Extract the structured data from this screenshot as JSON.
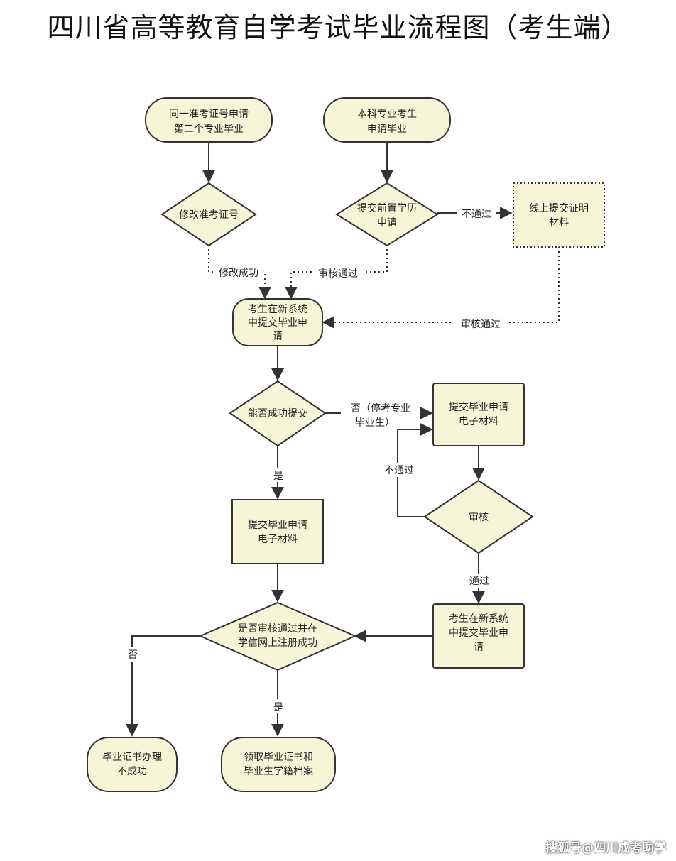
{
  "title": "四川省高等教育自学考试毕业流程图（考生端）",
  "watermark": "搜狐号@四川成考助学",
  "colors": {
    "fill": "#f6f5d7",
    "stroke": "#333333",
    "line": "#333333"
  },
  "nodes": {
    "n1": [
      "同一准考证号申请",
      "第二个专业毕业"
    ],
    "n2": [
      "本科专业考生",
      "申请毕业"
    ],
    "n3": [
      "修改准考证号"
    ],
    "n4": [
      "提交前置学历",
      "申请"
    ],
    "n5": [
      "线上提交证明",
      "材料"
    ],
    "n6": [
      "考生在新系统",
      "中提交毕业申",
      "请"
    ],
    "n7": [
      "能否成功提交"
    ],
    "n8": [
      "提交毕业申请",
      "电子材料"
    ],
    "n9": [
      "提交毕业申请",
      "电子材料"
    ],
    "n10": [
      "审核"
    ],
    "n11": [
      "考生在新系统",
      "中提交毕业申",
      "请"
    ],
    "n12": [
      "是否审核通过并在",
      "学信网上注册成功"
    ],
    "n13": [
      "毕业证书办理",
      "不成功"
    ],
    "n14": [
      "领取毕业证书和",
      "毕业生学籍档案"
    ]
  },
  "edges": {
    "e_fail1": "不通过",
    "e_modify_ok": "修改成功",
    "e_review_ok1": "审核通过",
    "e_review_ok2": "审核通过",
    "e_no_stop": [
      "否（停考专业",
      "毕业生）"
    ],
    "e_yes1": "是",
    "e_fail2": "不通过",
    "e_pass": "通过",
    "e_no2": "否",
    "e_yes2": "是"
  }
}
